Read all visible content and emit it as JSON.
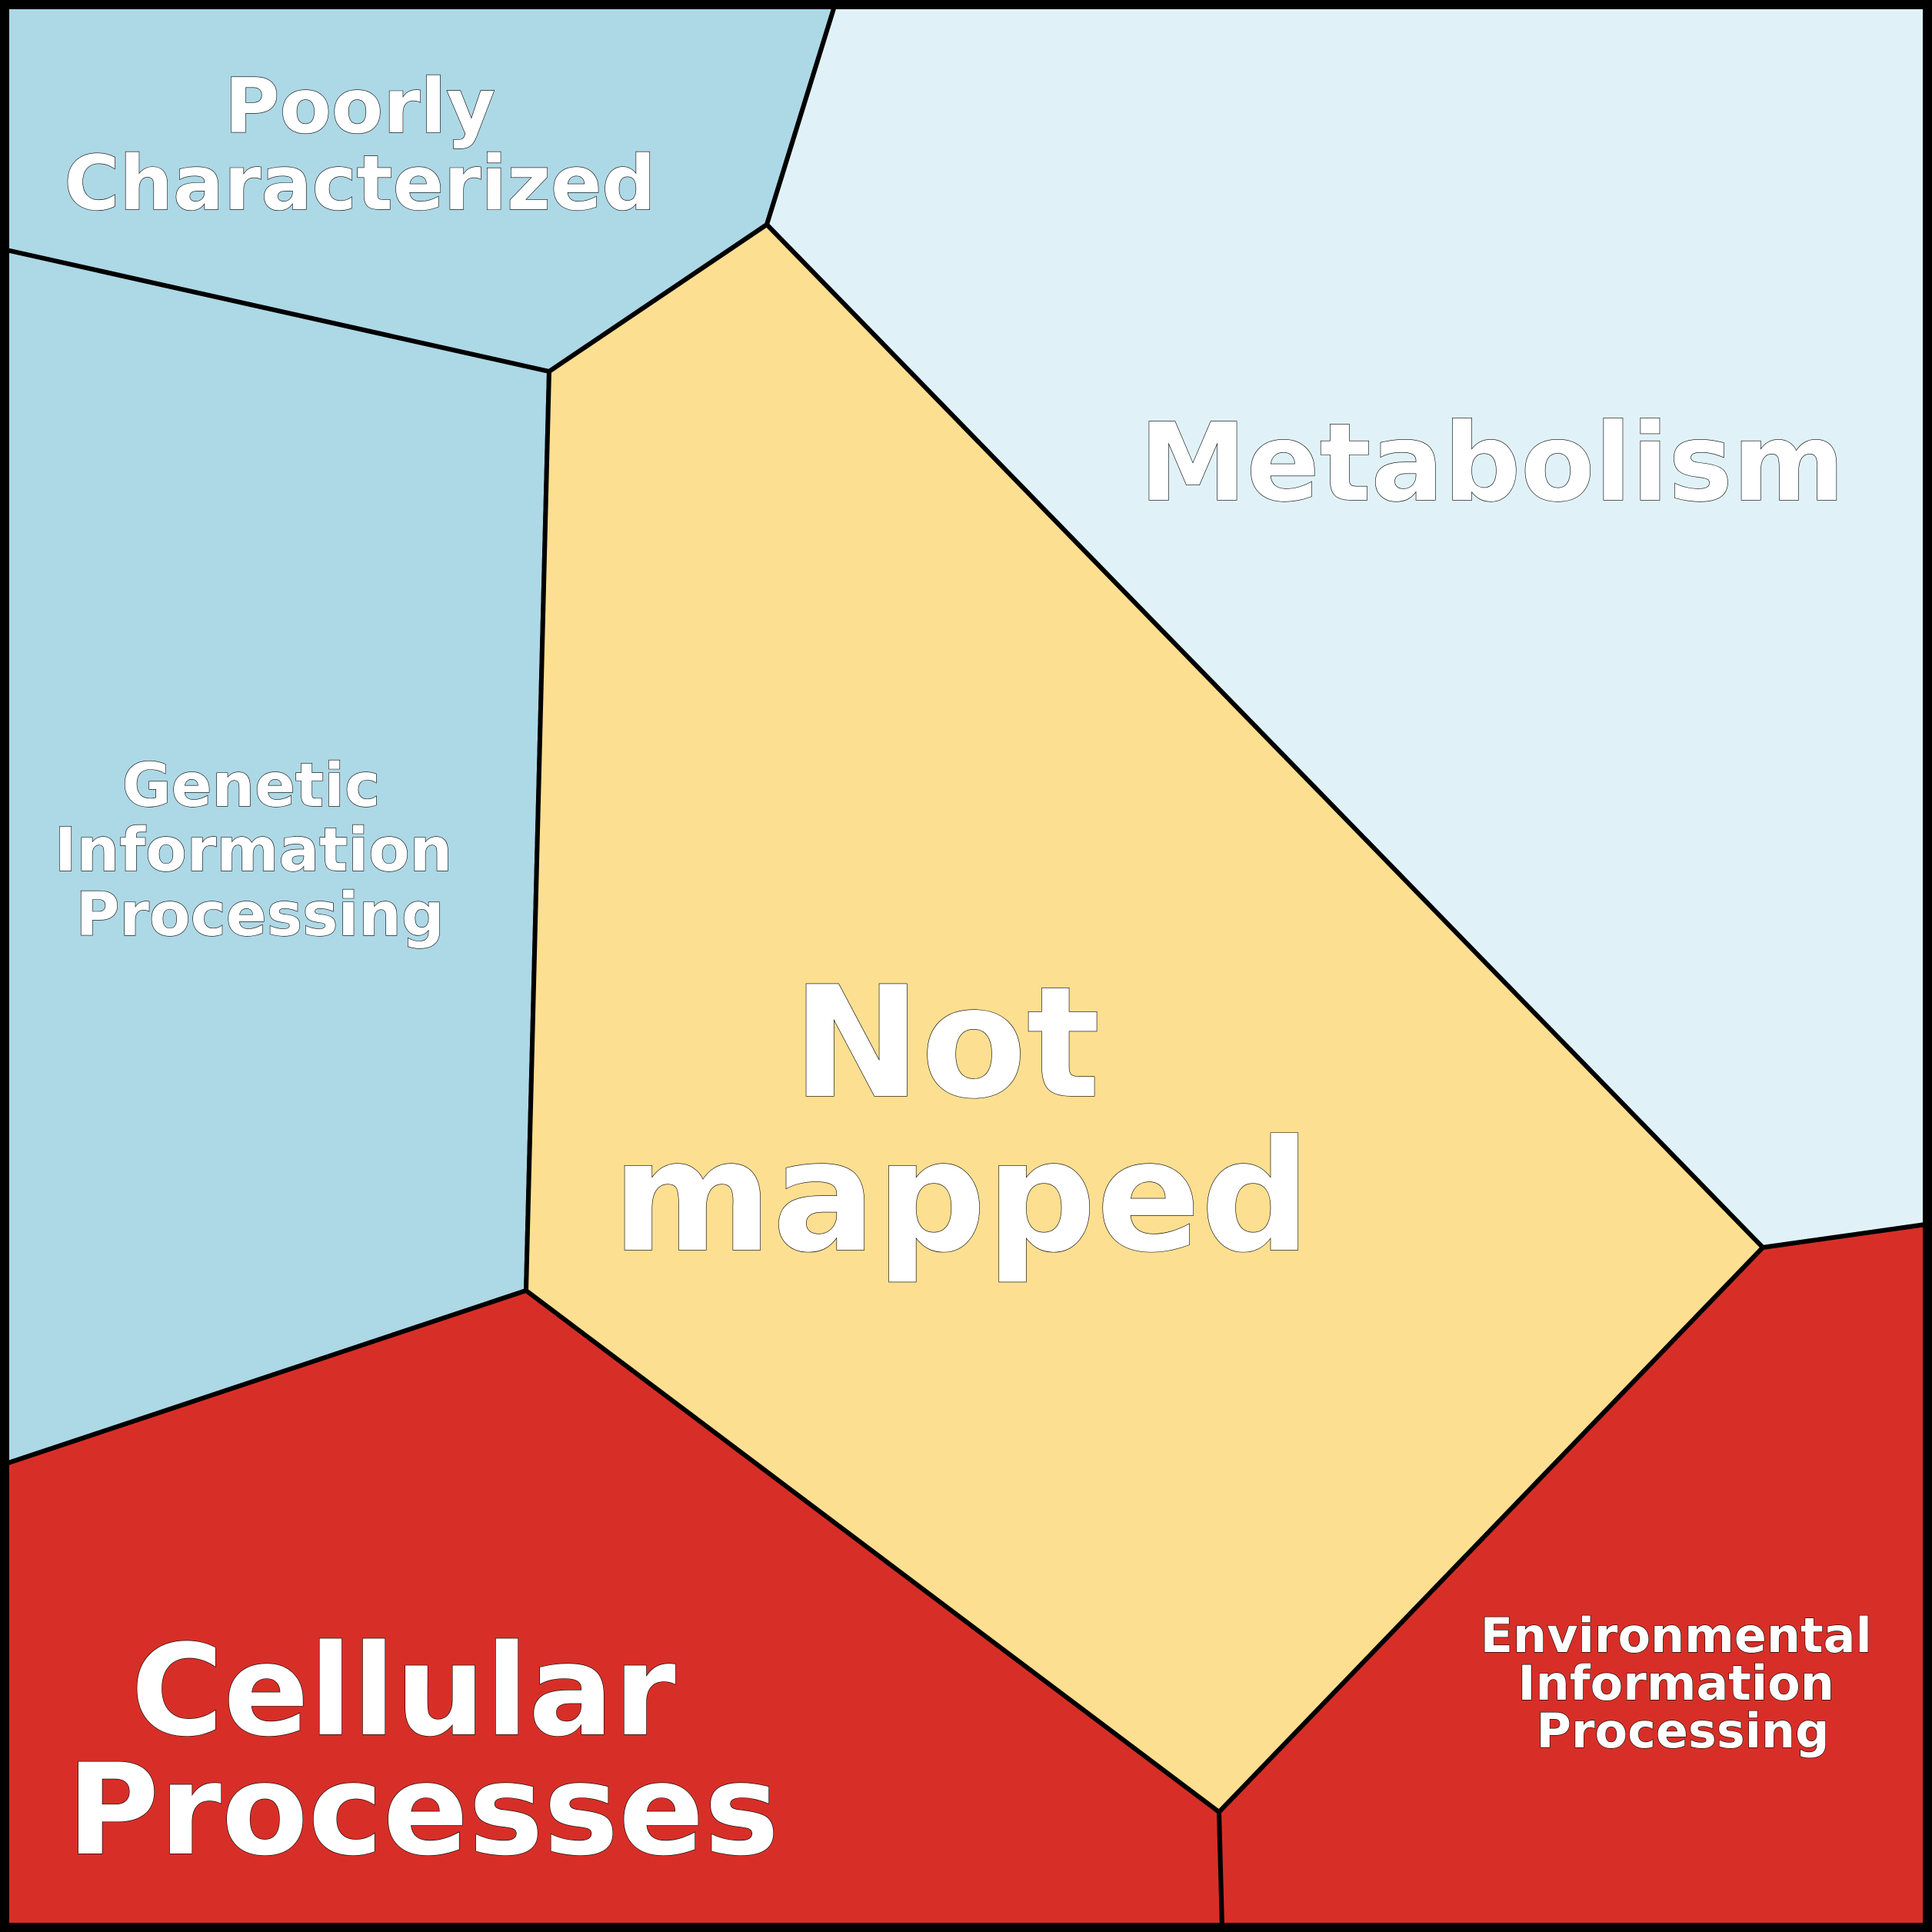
{
  "diagram": {
    "regions": [
      {
        "id": "poorly-characterized",
        "lines": [
          "Poorly",
          "Characterized"
        ],
        "color": "#add8e6"
      },
      {
        "id": "metabolism",
        "lines": [
          "Metabolism"
        ],
        "color": "#e0f2f8"
      },
      {
        "id": "genetic-information-processing",
        "lines": [
          "Genetic",
          "Information",
          "Processing"
        ],
        "color": "#add8e6"
      },
      {
        "id": "not-mapped",
        "lines": [
          "Not",
          "mapped"
        ],
        "color": "#fddf91"
      },
      {
        "id": "cellular-processes",
        "lines": [
          "Cellular",
          "Processes"
        ],
        "color": "#d72f27"
      },
      {
        "id": "environmental-information-processing",
        "lines": [
          "Environmental",
          "Information",
          "Processing"
        ],
        "color": "#d72f27"
      }
    ]
  }
}
